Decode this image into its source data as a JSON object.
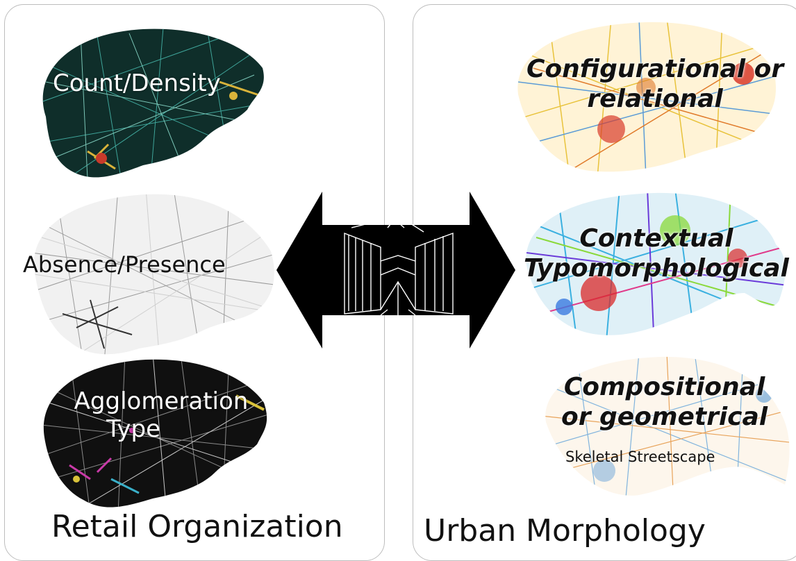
{
  "left_panel": {
    "title": "Retail Organization",
    "maps": [
      {
        "label": "Count/Density",
        "style": "dark-teal"
      },
      {
        "label": "Absence/Presence",
        "style": "grayscale"
      },
      {
        "label_line1": "Agglomeration",
        "label_line2": "Type",
        "style": "black-multicolor"
      }
    ]
  },
  "right_panel": {
    "title": "Urban Morphology",
    "maps": [
      {
        "label_line1": "Configurational or",
        "label_line2": "relational",
        "style": "heatmap-light"
      },
      {
        "label_line1": "Contextual",
        "label_line2": "Typomorphological",
        "style": "multicolor"
      },
      {
        "label_line1": "Compositional",
        "label_line2": "or geometrical",
        "sublabel": "Skeletal Streetscape",
        "style": "pale"
      }
    ]
  },
  "center": {
    "icon": "street-sketch-icon",
    "arrow": "double-headed-arrow-icon"
  },
  "colors": {
    "teal": "#0f2e2a",
    "border": "#bdbdbd",
    "black": "#000000"
  }
}
